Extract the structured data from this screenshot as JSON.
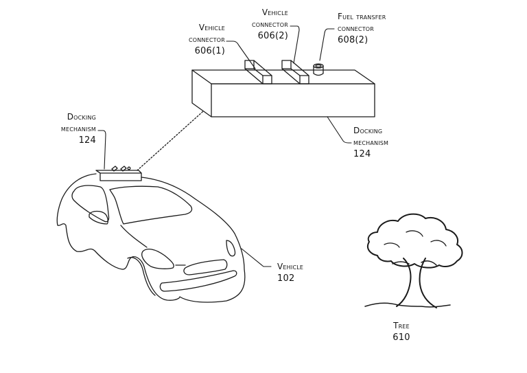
{
  "figure": {
    "type": "patent-diagram",
    "labels": {
      "vehicle_connector_1": {
        "line1": "Vehicle",
        "line2": "connector",
        "ref": "606(1)"
      },
      "vehicle_connector_2": {
        "line1": "Vehicle",
        "line2": "connector",
        "ref": "606(2)"
      },
      "fuel_transfer_connector": {
        "line1": "Fuel transfer",
        "line2": "connector",
        "ref": "608(2)"
      },
      "docking_mechanism_enlarged": {
        "line1": "Docking",
        "line2": "mechanism",
        "ref": "124"
      },
      "docking_mechanism_on_vehicle": {
        "line1": "Docking",
        "line2": "mechanism",
        "ref": "124"
      },
      "vehicle": {
        "line1": "Vehicle",
        "ref": "102"
      },
      "tree": {
        "line1": "Tree",
        "ref": "610"
      }
    },
    "colors": {
      "line": "#1a1a1a",
      "background": "#ffffff"
    }
  }
}
